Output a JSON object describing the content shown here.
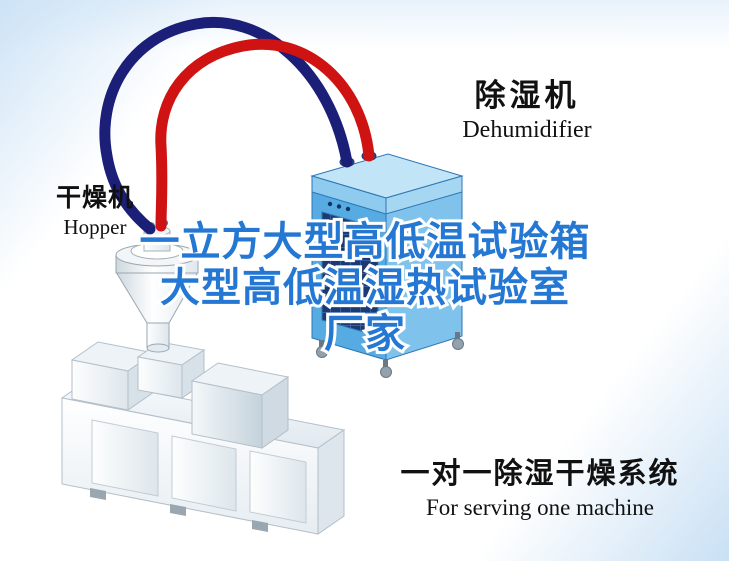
{
  "dehumidifier_label": {
    "zh": "除湿机",
    "en": "Dehumidifier"
  },
  "hopper_label": {
    "zh": "干燥机",
    "en": "Hopper"
  },
  "headline": {
    "line1": "一立方大型高低温试验箱",
    "line2": "大型高低温湿热试验室",
    "line3": "厂家",
    "color": "#2477d2"
  },
  "footer": {
    "zh": "一对一除湿干燥系统",
    "en": "For serving one machine"
  },
  "colors": {
    "hose_red": "#cf1212",
    "hose_navy": "#1b1f78",
    "cabinet_blue": "#55abe2",
    "vent_navy": "#1c3a70",
    "background_edge": "#cde3f6"
  },
  "illustration": {
    "dehumidifier_cabinet": "isometric blue dehumidifier cabinet with dark vent grille and casters",
    "hopper_dryer": "white funnel hopper dryer mounted on machine",
    "extruder_machine": "isometric white extruder machine with front panels",
    "navy_hose": "navy flexible air hose arcing between dehumidifier and hopper",
    "red_hose": "red flexible air hose arcing between dehumidifier and hopper"
  }
}
